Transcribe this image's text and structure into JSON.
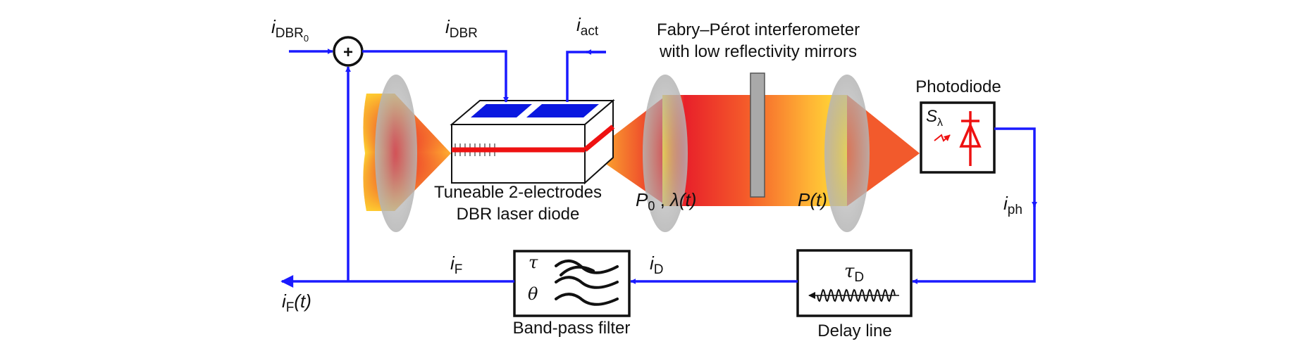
{
  "colors": {
    "signal": "#1a1aff",
    "beam_core": "#e8202a",
    "beam_edge": "#ffe030",
    "electrode": "#0a18e0",
    "lens": "#bdbdbd",
    "waveguide": "#ee1111",
    "frame": "#111111"
  },
  "labels": {
    "i_dbr0": {
      "main": "i",
      "sub": "DBR",
      "subsub": "0"
    },
    "i_dbr": {
      "main": "i",
      "sub": "DBR"
    },
    "i_act": {
      "main": "i",
      "sub": "act"
    },
    "sum_symbol": "+",
    "fp_line1": "Fabry–Pérot interferometer",
    "fp_line2": "with low reflectivity mirrors",
    "photodiode": "Photodiode",
    "s_lambda": {
      "main": "S",
      "sub": "λ"
    },
    "laser_line1": "Tuneable 2-electrodes",
    "laser_line2": "DBR laser diode",
    "p0_lambda": {
      "p": "P",
      "p_sub": "0",
      "sep": " , ",
      "lam": "λ",
      "arg": "(t)"
    },
    "p_t": {
      "p": "P",
      "arg": "(t)"
    },
    "i_ph": {
      "main": "i",
      "sub": "ph"
    },
    "i_f": {
      "main": "i",
      "sub": "F"
    },
    "i_d": {
      "main": "i",
      "sub": "D"
    },
    "i_f_t": {
      "main": "i",
      "sub": "F",
      "arg": "(t)"
    },
    "tau": "τ",
    "theta": "θ",
    "tau_d": {
      "main": "τ",
      "sub": "D"
    },
    "bandpass": "Band-pass filter",
    "delay": "Delay line"
  },
  "icons": [
    "summing-junction-icon",
    "photodiode-symbol-icon",
    "band-pass-filter-icon",
    "delay-line-wave-icon",
    "lens-icon",
    "laser-diode-chip-icon"
  ]
}
